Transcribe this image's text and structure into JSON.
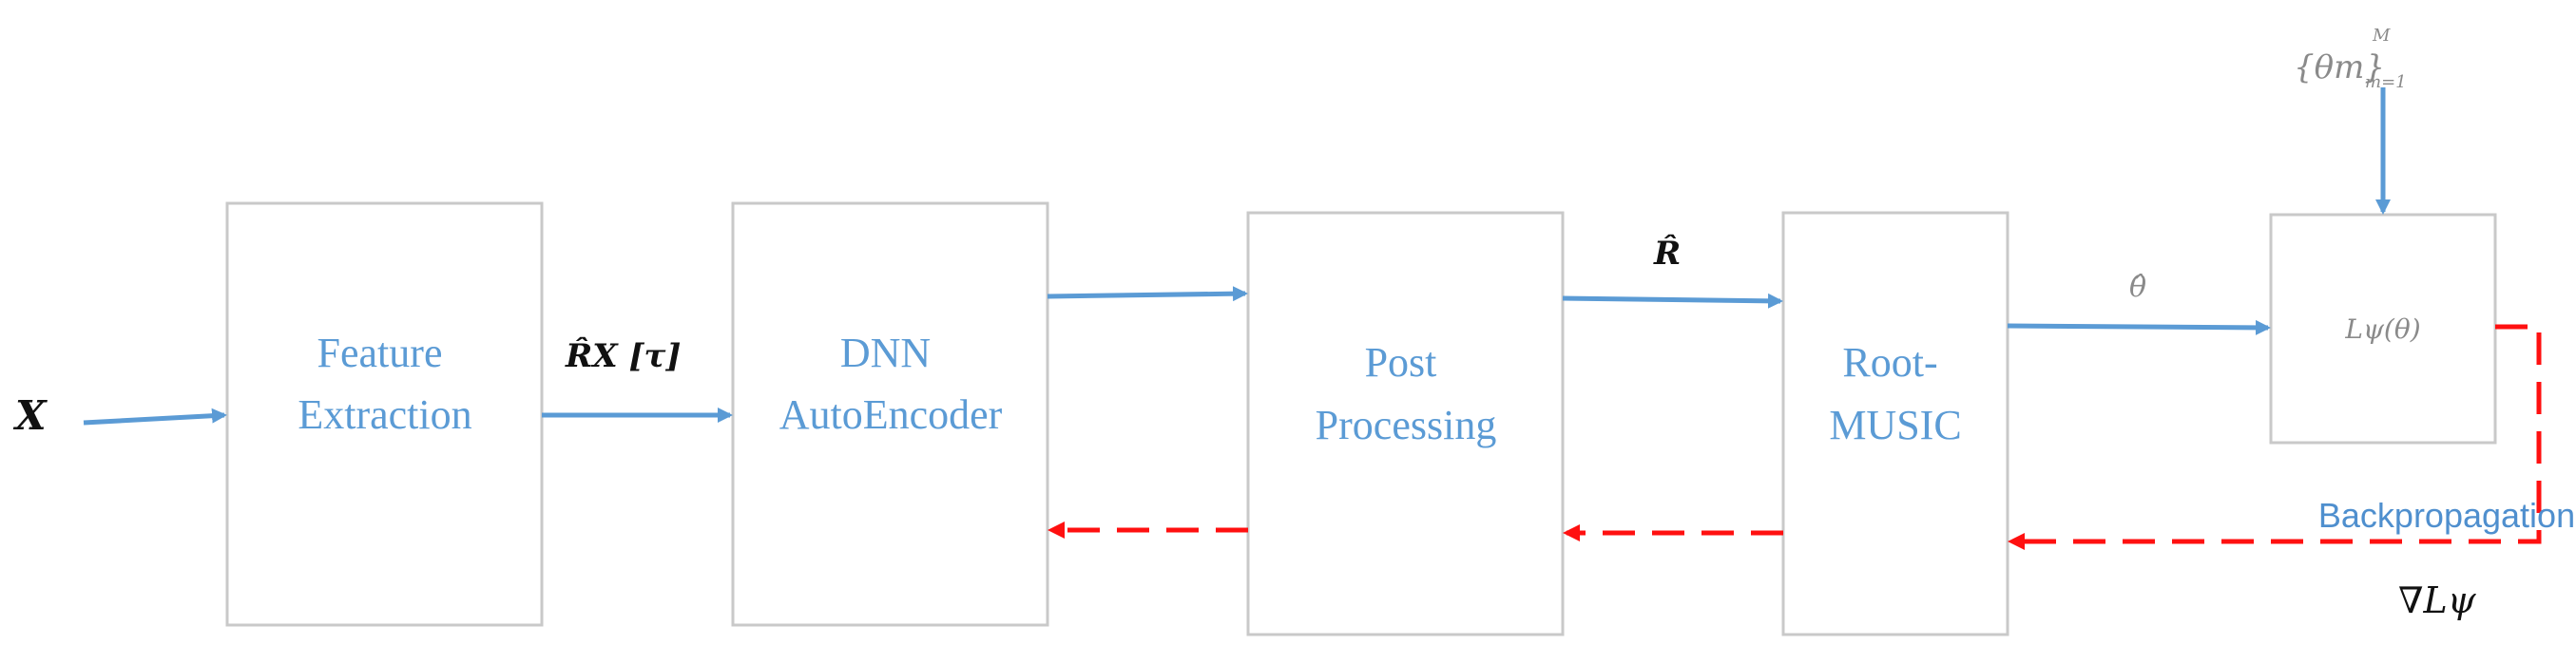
{
  "colors": {
    "forward": "#5b9bd5",
    "backward": "#ff1010",
    "box_border": "#c9c9c9",
    "label": "#5b9bd5"
  },
  "inputs": {
    "x": "X",
    "theta_set": "{θm}",
    "theta_set_upper": "M",
    "theta_set_lower": "m=1"
  },
  "blocks": {
    "feature_extraction": [
      "Feature",
      "Extraction"
    ],
    "dnn_autoencoder": [
      "DNN",
      "AutoEncoder"
    ],
    "post_processing": [
      "Post",
      "Processing"
    ],
    "root_music": [
      "Root-",
      "MUSIC"
    ],
    "loss": "Lψ(θ)"
  },
  "signals": {
    "r_x_tau": "R̂X [τ]",
    "r_hat": "R̂",
    "theta_hat": "θ̂"
  },
  "backprop": {
    "label": "Backpropagation",
    "gradient": "∇Lψ"
  }
}
